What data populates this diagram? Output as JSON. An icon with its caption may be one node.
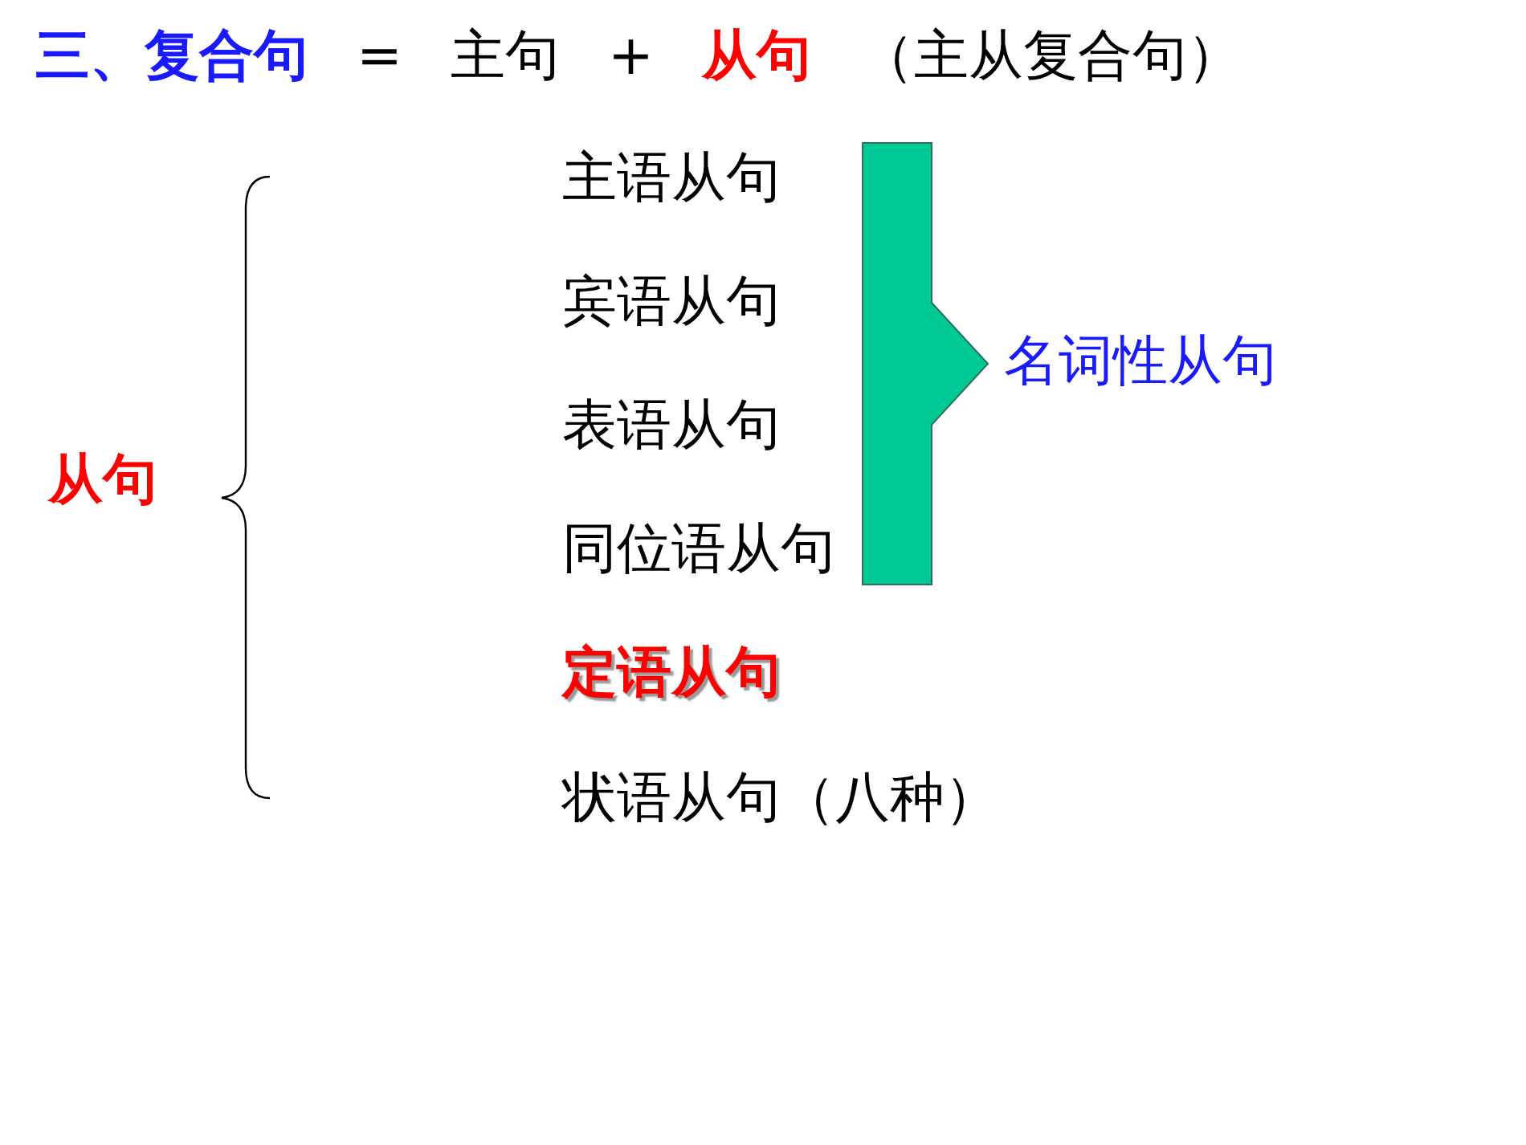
{
  "diagram": {
    "nodes": [
      {
        "text": [
          "从句"
        ]
      },
      {
        "text": [
          "主语从句"
        ]
      },
      {
        "text": [
          "宾语从句"
        ]
      },
      {
        "text": [
          "表语从句"
        ]
      },
      {
        "text": [
          "同位语从句"
        ]
      },
      {
        "text": [
          "定语从句"
        ]
      },
      {
        "text": [
          "状语从句（八种）"
        ]
      },
      {
        "text": [],
        "shape": "arrow"
      },
      {
        "text": [
          "名词性从句"
        ]
      }
    ],
    "labels": [
      "三、复合句",
      "=",
      "主句",
      "+",
      "从句",
      "（主从复合句）"
    ]
  }
}
